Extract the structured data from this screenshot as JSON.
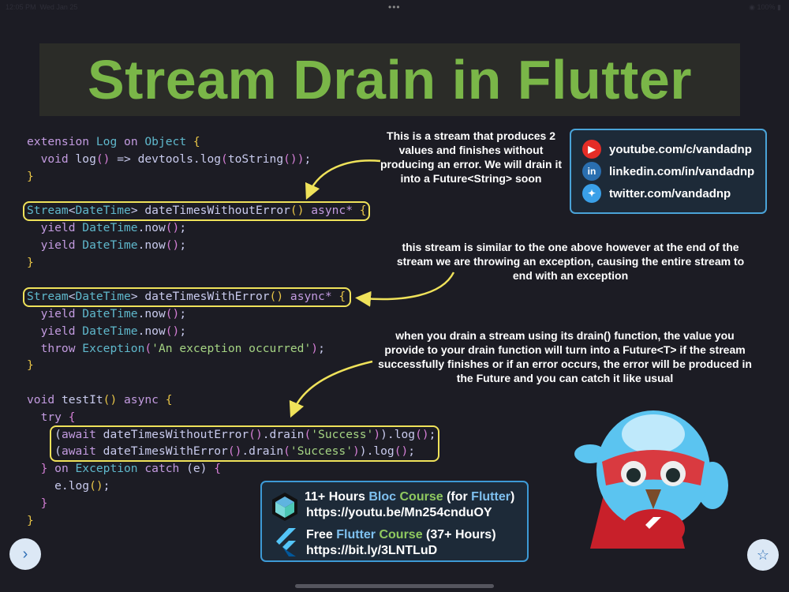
{
  "status_bar": {
    "time": "12:05 PM",
    "date": "Wed Jan 25",
    "battery": "100%"
  },
  "title": "Stream Drain in Flutter",
  "code_lines": [
    [
      [
        "extension ",
        "kw"
      ],
      [
        "Log ",
        "ty"
      ],
      [
        "on ",
        "kw"
      ],
      [
        "Object ",
        "ty"
      ],
      [
        "{",
        "br"
      ]
    ],
    [
      [
        "  void ",
        "kw"
      ],
      [
        "log",
        "fn"
      ],
      [
        "()",
        "pa"
      ],
      [
        " => devtools.",
        "fn"
      ],
      [
        "log",
        "fn"
      ],
      [
        "(",
        "pa"
      ],
      [
        "toString",
        "fn"
      ],
      [
        "()",
        "pa"
      ],
      [
        ")",
        "pa"
      ],
      [
        ";",
        "fn"
      ]
    ],
    [
      [
        "}",
        "br"
      ]
    ],
    [],
    [
      [
        "Stream",
        "ty"
      ],
      [
        "<",
        "fn"
      ],
      [
        "DateTime",
        "ty"
      ],
      [
        "> dateTimesWithoutError",
        "fn"
      ],
      [
        "()",
        "br"
      ],
      [
        " async* ",
        "kw"
      ],
      [
        "{",
        "br"
      ]
    ],
    [
      [
        "  yield ",
        "kw"
      ],
      [
        "DateTime",
        "ty"
      ],
      [
        ".now",
        "fn"
      ],
      [
        "()",
        "pa"
      ],
      [
        ";",
        "fn"
      ]
    ],
    [
      [
        "  yield ",
        "kw"
      ],
      [
        "DateTime",
        "ty"
      ],
      [
        ".now",
        "fn"
      ],
      [
        "()",
        "pa"
      ],
      [
        ";",
        "fn"
      ]
    ],
    [
      [
        "}",
        "br"
      ]
    ],
    [],
    [
      [
        "Stream",
        "ty"
      ],
      [
        "<",
        "fn"
      ],
      [
        "DateTime",
        "ty"
      ],
      [
        "> dateTimesWithError",
        "fn"
      ],
      [
        "()",
        "br"
      ],
      [
        " async* ",
        "kw"
      ],
      [
        "{",
        "br"
      ]
    ],
    [
      [
        "  yield ",
        "kw"
      ],
      [
        "DateTime",
        "ty"
      ],
      [
        ".now",
        "fn"
      ],
      [
        "()",
        "pa"
      ],
      [
        ";",
        "fn"
      ]
    ],
    [
      [
        "  yield ",
        "kw"
      ],
      [
        "DateTime",
        "ty"
      ],
      [
        ".now",
        "fn"
      ],
      [
        "()",
        "pa"
      ],
      [
        ";",
        "fn"
      ]
    ],
    [
      [
        "  throw ",
        "kw"
      ],
      [
        "Exception",
        "ty"
      ],
      [
        "(",
        "pa"
      ],
      [
        "'An exception occurred'",
        "st"
      ],
      [
        ")",
        "pa"
      ],
      [
        ";",
        "fn"
      ]
    ],
    [
      [
        "}",
        "br"
      ]
    ],
    [],
    [
      [
        "void ",
        "kw"
      ],
      [
        "testIt",
        "fn"
      ],
      [
        "() ",
        "br"
      ],
      [
        "async ",
        "kw"
      ],
      [
        "{",
        "br"
      ]
    ],
    [
      [
        "  try ",
        "kw"
      ],
      [
        "{",
        "pa"
      ]
    ],
    [
      [
        "    (",
        "fn"
      ],
      [
        "await ",
        "kw"
      ],
      [
        "dateTimesWithoutError",
        "fn"
      ],
      [
        "()",
        "pa"
      ],
      [
        ".drain",
        "fn"
      ],
      [
        "(",
        "pa"
      ],
      [
        "'Success'",
        "st"
      ],
      [
        ")",
        "pa"
      ],
      [
        ").",
        "fn"
      ],
      [
        "log",
        "fn"
      ],
      [
        "()",
        "pa"
      ],
      [
        ";",
        "fn"
      ]
    ],
    [
      [
        "    (",
        "fn"
      ],
      [
        "await ",
        "kw"
      ],
      [
        "dateTimesWithError",
        "fn"
      ],
      [
        "()",
        "pa"
      ],
      [
        ".drain",
        "fn"
      ],
      [
        "(",
        "pa"
      ],
      [
        "'Success'",
        "st"
      ],
      [
        ")",
        "pa"
      ],
      [
        ").",
        "fn"
      ],
      [
        "log",
        "fn"
      ],
      [
        "()",
        "pa"
      ],
      [
        ";",
        "fn"
      ]
    ],
    [
      [
        "  } ",
        "pa"
      ],
      [
        "on ",
        "kw"
      ],
      [
        "Exception ",
        "ty"
      ],
      [
        "catch ",
        "kw"
      ],
      [
        "(e) ",
        "fn"
      ],
      [
        "{",
        "pa"
      ]
    ],
    [
      [
        "    e.",
        "fn"
      ],
      [
        "log",
        "fn"
      ],
      [
        "()",
        "br"
      ],
      [
        ";",
        "fn"
      ]
    ],
    [
      [
        "  }",
        "pa"
      ]
    ],
    [
      [
        "}",
        "br"
      ]
    ]
  ],
  "notes": {
    "first": "This is a stream that produces 2 values and finishes without producing an error. We will drain it into a Future<String> soon",
    "second": "this stream is similar to the one above however at the end of the stream we are throwing an exception, causing the entire stream to end with an exception",
    "third": "when you drain a stream using its drain() function, the value you provide to your drain function will turn into a Future<T> if the stream successfully finishes or if an error occurs, the error will be produced in the Future and you can catch it like usual"
  },
  "social": [
    {
      "icon": "youtube-icon",
      "text": "youtube.com/c/vandadnp",
      "color": "#e52d27"
    },
    {
      "icon": "linkedin-icon",
      "text": "linkedin.com/in/vandadnp",
      "color": "#2a6fb0"
    },
    {
      "icon": "twitter-icon",
      "text": "twitter.com/vandadnp",
      "color": "#3aa0e8"
    }
  ],
  "courses": {
    "bloc": {
      "prefix": "11+ Hours ",
      "w1": "Bloc",
      "w2": " Course",
      "mid": " (for ",
      "w3": "Flutter",
      "end": ")",
      "url": "https://youtu.be/Mn254cnduOY"
    },
    "flutter": {
      "prefix": "Free ",
      "w1": "Flutter",
      "w2": " Course",
      "end": " (37+ Hours)",
      "url": "https://bit.ly/3LNTLuD"
    }
  },
  "colors": {
    "accent_green": "#7ab648",
    "highlight": "#efe25a",
    "border_blue": "#4aa3d8"
  }
}
